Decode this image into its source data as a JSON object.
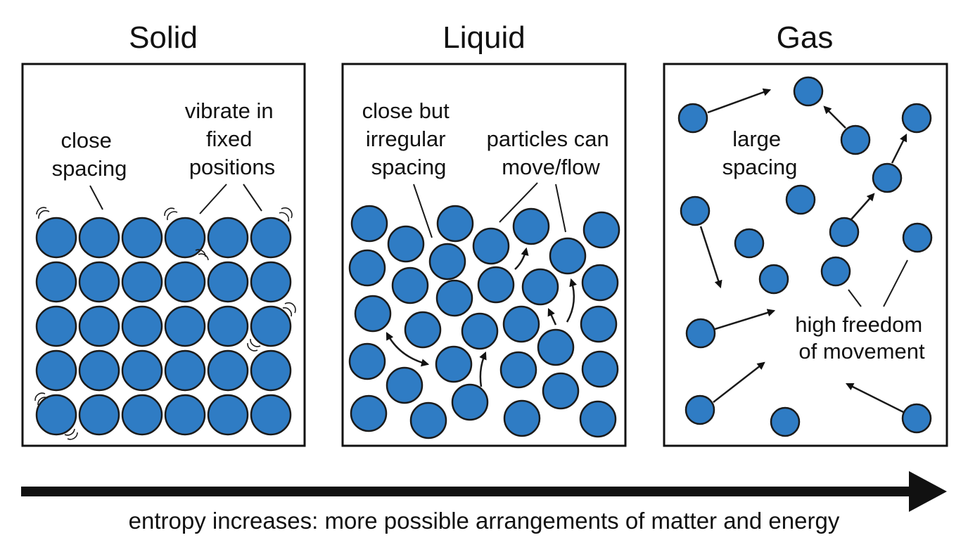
{
  "colors": {
    "particle": "#2f7cc4",
    "ink": "#111111",
    "background": "#ffffff"
  },
  "panels": {
    "solid": {
      "title": "Solid",
      "labels": {
        "spacing": [
          "close",
          "spacing"
        ],
        "motion": [
          "vibrate in",
          "fixed",
          "positions"
        ]
      },
      "particle_grid": {
        "rows": 5,
        "cols": 6
      }
    },
    "liquid": {
      "title": "Liquid",
      "labels": {
        "spacing": [
          "close but",
          "irregular",
          "spacing"
        ],
        "motion": [
          "particles can",
          "move/flow"
        ]
      }
    },
    "gas": {
      "title": "Gas",
      "labels": {
        "spacing": [
          "large",
          "spacing"
        ],
        "motion": [
          "high freedom",
          "of movement"
        ]
      }
    }
  },
  "entropy_arrow": {
    "caption": "entropy increases: more possible arrangements of matter and energy"
  }
}
